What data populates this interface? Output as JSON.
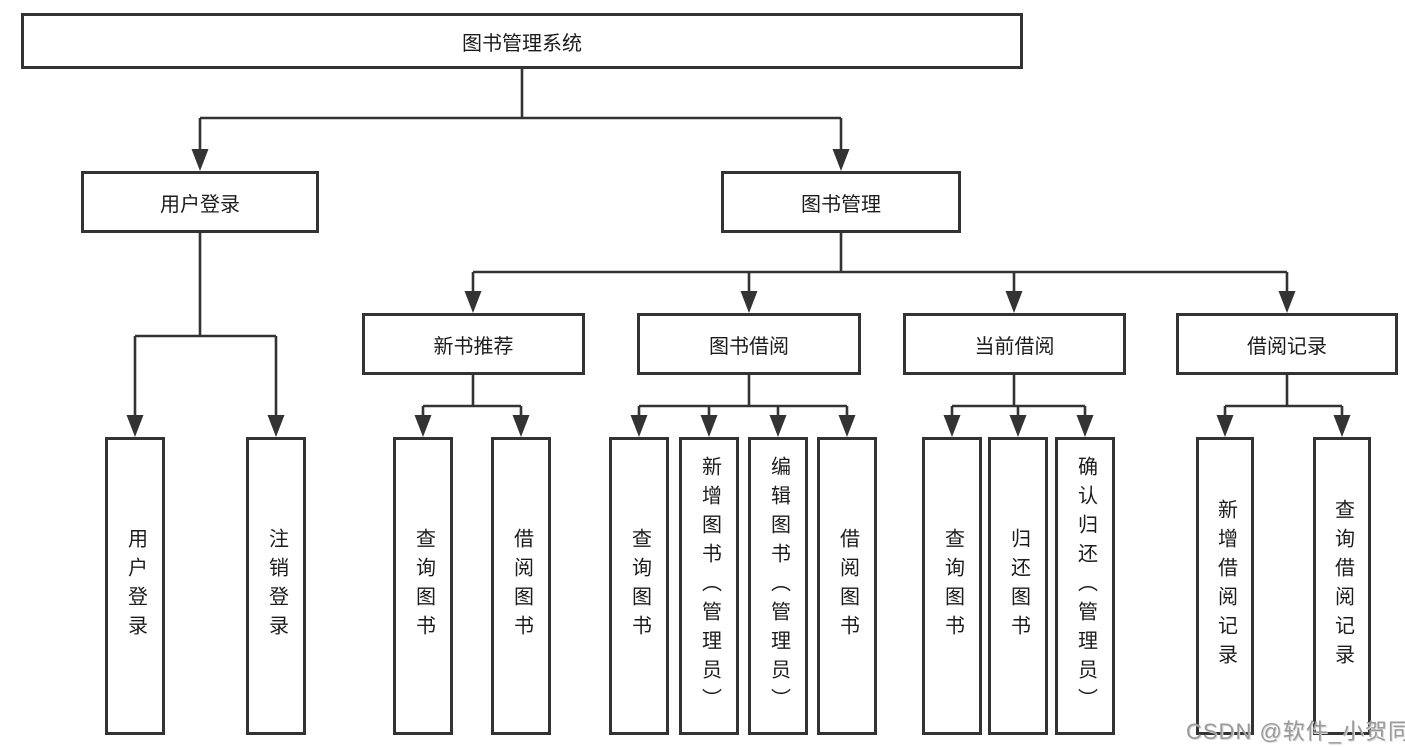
{
  "tree": {
    "label": "图书管理系统",
    "children": [
      {
        "label": "用户登录",
        "children": [
          {
            "label": "用户登录"
          },
          {
            "label": "注销登录"
          }
        ]
      },
      {
        "label": "图书管理",
        "children": [
          {
            "label": "新书推荐",
            "children": [
              {
                "label": "查询图书"
              },
              {
                "label": "借阅图书"
              }
            ]
          },
          {
            "label": "图书借阅",
            "children": [
              {
                "label": "查询图书"
              },
              {
                "label": "新增图书（管理员）"
              },
              {
                "label": "编辑图书（管理员）"
              },
              {
                "label": "借阅图书"
              }
            ]
          },
          {
            "label": "当前借阅",
            "children": [
              {
                "label": "查询图书"
              },
              {
                "label": "归还图书"
              },
              {
                "label": "确认归还（管理员）"
              }
            ]
          },
          {
            "label": "借阅记录",
            "children": [
              {
                "label": "新增借阅记录"
              },
              {
                "label": "查询借阅记录"
              }
            ]
          }
        ]
      }
    ]
  },
  "watermark": {
    "text": "CSDN @软件_小贺同学"
  },
  "colors": {
    "line": "#333333",
    "text": "#1c1c1c",
    "watermark": "#9a9a9a",
    "background": "#ffffff"
  }
}
